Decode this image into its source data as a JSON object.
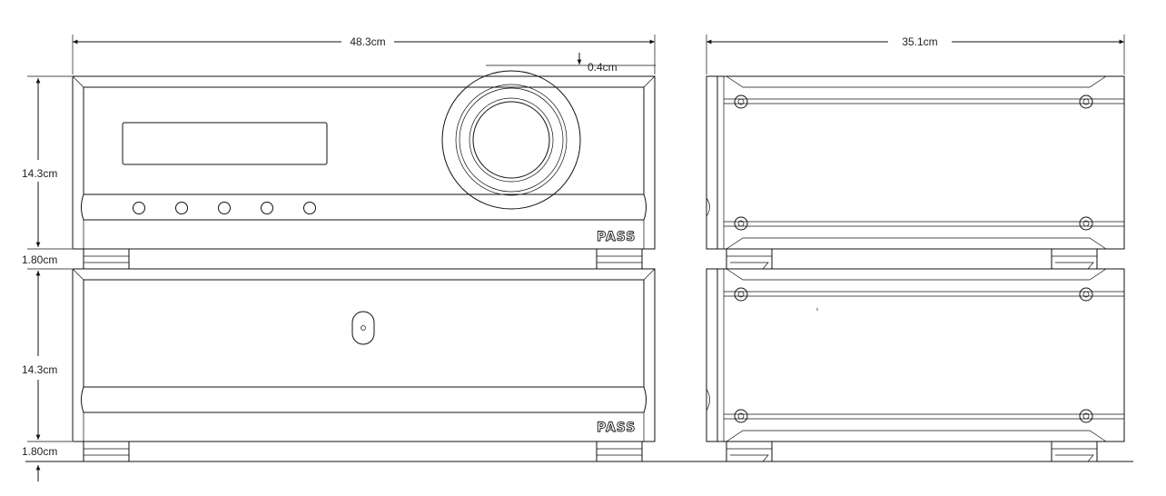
{
  "dimensions": {
    "front_width": "48.3cm",
    "side_depth": "35.1cm",
    "knob_protrusion": "0.4cm",
    "upper_unit_height": "14.3cm",
    "upper_feet_height": "1.80cm",
    "lower_unit_height": "14.3cm",
    "lower_feet_height": "1.80cm"
  },
  "brand": {
    "upper_logo": "PASS",
    "lower_logo": "PASS"
  },
  "colors": {
    "line": "#111111",
    "background": "#ffffff"
  }
}
